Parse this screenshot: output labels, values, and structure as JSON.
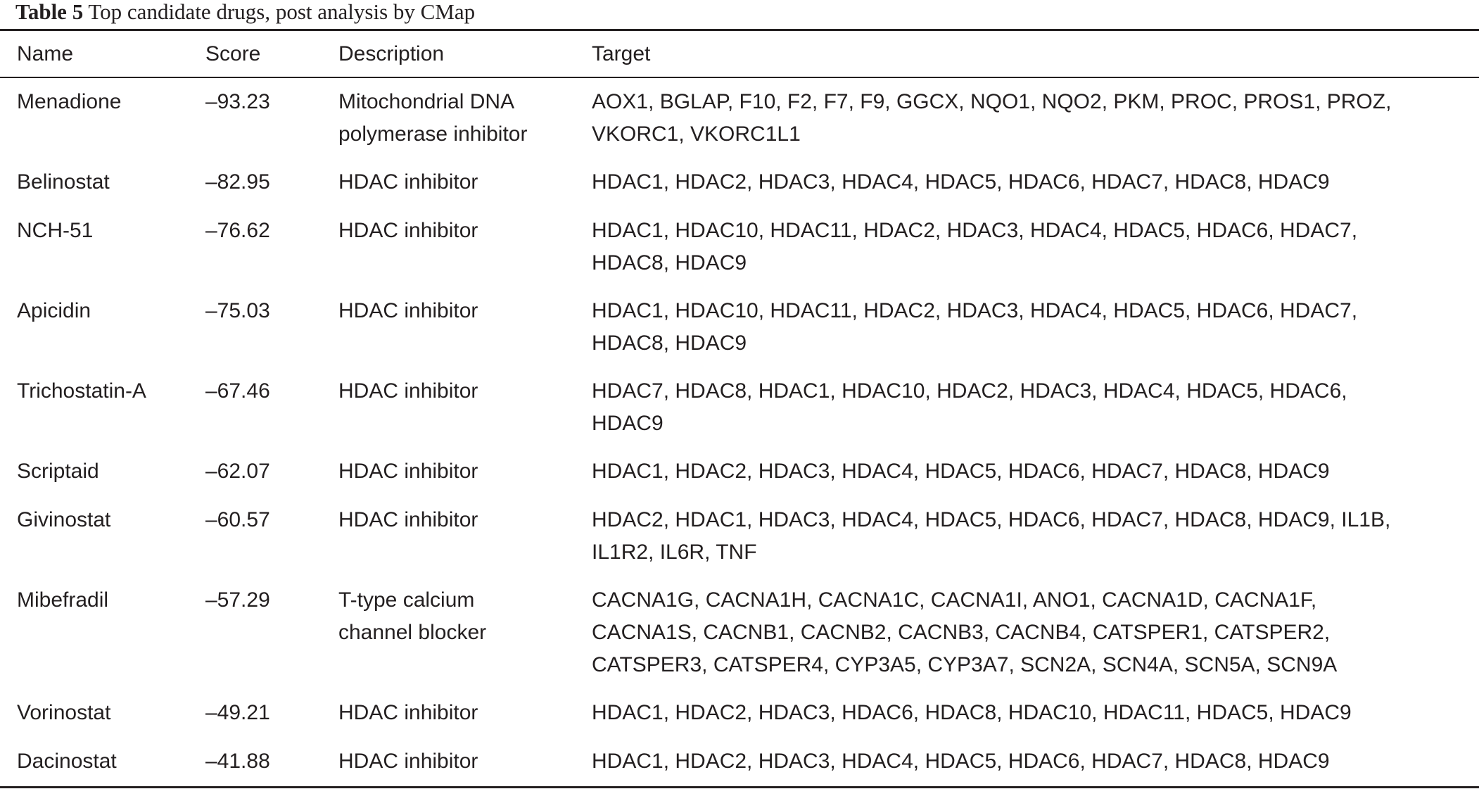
{
  "caption": {
    "label": "Table 5",
    "text": "Top candidate drugs, post analysis by CMap"
  },
  "columns": {
    "name": "Name",
    "score": "Score",
    "description": "Description",
    "target": "Target"
  },
  "rows": [
    {
      "name": "Menadione",
      "score": "–93.23",
      "description": [
        "Mitochondrial DNA",
        "polymerase inhibitor"
      ],
      "target": [
        "AOX1, BGLAP, F10, F2, F7, F9, GGCX, NQO1, NQO2, PKM, PROC, PROS1, PROZ,",
        "VKORC1, VKORC1L1"
      ]
    },
    {
      "name": "Belinostat",
      "score": "–82.95",
      "description": [
        "HDAC inhibitor"
      ],
      "target": [
        "HDAC1, HDAC2, HDAC3, HDAC4, HDAC5, HDAC6, HDAC7, HDAC8, HDAC9"
      ]
    },
    {
      "name": "NCH-51",
      "score": "–76.62",
      "description": [
        "HDAC inhibitor"
      ],
      "target": [
        "HDAC1, HDAC10, HDAC11, HDAC2, HDAC3, HDAC4, HDAC5, HDAC6, HDAC7,",
        "HDAC8, HDAC9"
      ]
    },
    {
      "name": "Apicidin",
      "score": "–75.03",
      "description": [
        "HDAC inhibitor"
      ],
      "target": [
        "HDAC1, HDAC10, HDAC11, HDAC2, HDAC3, HDAC4, HDAC5, HDAC6, HDAC7,",
        "HDAC8, HDAC9"
      ]
    },
    {
      "name": "Trichostatin-A",
      "score": "–67.46",
      "description": [
        "HDAC inhibitor"
      ],
      "target": [
        "HDAC7, HDAC8, HDAC1, HDAC10, HDAC2, HDAC3, HDAC4, HDAC5, HDAC6,",
        "HDAC9"
      ]
    },
    {
      "name": "Scriptaid",
      "score": "–62.07",
      "description": [
        "HDAC inhibitor"
      ],
      "target": [
        "HDAC1, HDAC2, HDAC3, HDAC4, HDAC5, HDAC6, HDAC7, HDAC8, HDAC9"
      ]
    },
    {
      "name": "Givinostat",
      "score": "–60.57",
      "description": [
        "HDAC inhibitor"
      ],
      "target": [
        "HDAC2, HDAC1, HDAC3, HDAC4, HDAC5, HDAC6, HDAC7, HDAC8, HDAC9, IL1B,",
        "IL1R2, IL6R, TNF"
      ]
    },
    {
      "name": "Mibefradil",
      "score": "–57.29",
      "description": [
        "T-type calcium",
        "channel blocker"
      ],
      "target": [
        "CACNA1G, CACNA1H, CACNA1C, CACNA1I, ANO1, CACNA1D, CACNA1F,",
        "CACNA1S, CACNB1, CACNB2, CACNB3, CACNB4, CATSPER1, CATSPER2,",
        "CATSPER3, CATSPER4, CYP3A5, CYP3A7, SCN2A, SCN4A, SCN5A, SCN9A"
      ]
    },
    {
      "name": "Vorinostat",
      "score": "–49.21",
      "description": [
        "HDAC inhibitor"
      ],
      "target": [
        "HDAC1, HDAC2, HDAC3, HDAC6, HDAC8, HDAC10, HDAC11, HDAC5, HDAC9"
      ]
    },
    {
      "name": "Dacinostat",
      "score": "–41.88",
      "description": [
        "HDAC inhibitor"
      ],
      "target": [
        "HDAC1, HDAC2, HDAC3, HDAC4, HDAC5, HDAC6, HDAC7, HDAC8, HDAC9"
      ]
    }
  ]
}
